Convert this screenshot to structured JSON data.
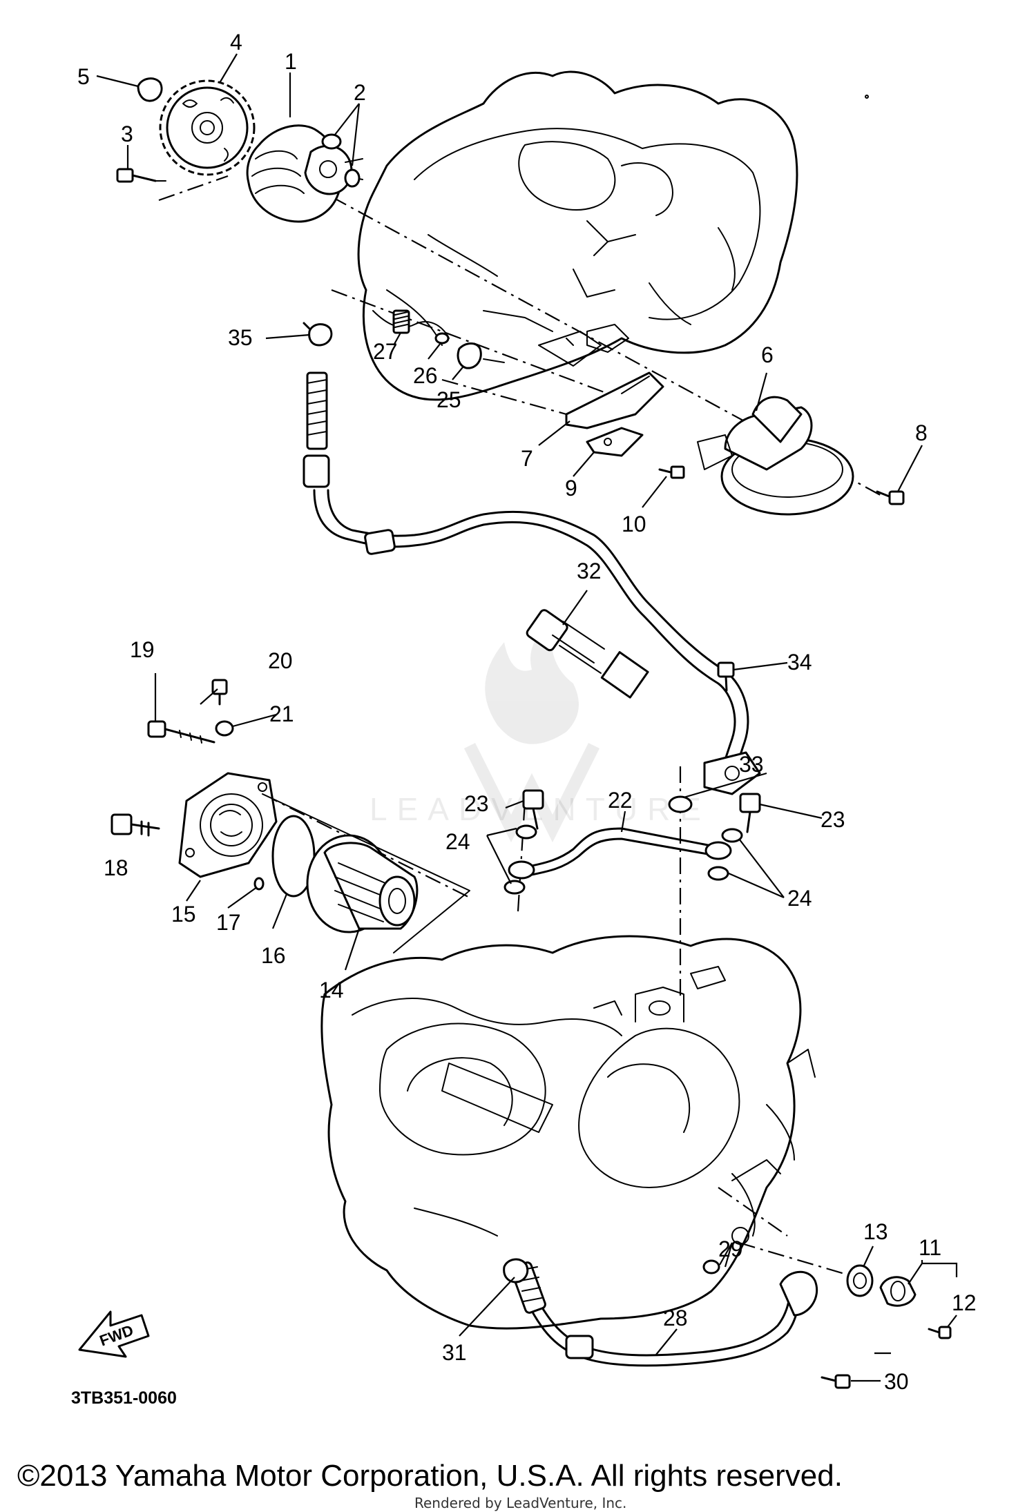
{
  "diagram_code": "3TB351-0060",
  "copyright": "©2013 Yamaha Motor Corporation, U.S.A. All rights reserved.",
  "rendered_by": "Rendered by LeadVenture, Inc.",
  "watermark": "LEADVENTURE",
  "fwd_label": "FWD",
  "callouts": {
    "c1": "1",
    "c2": "2",
    "c3": "3",
    "c4": "4",
    "c5": "5",
    "c6": "6",
    "c7": "7",
    "c8": "8",
    "c9": "9",
    "c10": "10",
    "c11": "11",
    "c12": "12",
    "c13": "13",
    "c14": "14",
    "c15": "15",
    "c16": "16",
    "c17": "17",
    "c18": "18",
    "c19": "19",
    "c20": "20",
    "c21": "21",
    "c22": "22",
    "c23a": "23",
    "c23b": "23",
    "c24a": "24",
    "c24b": "24",
    "c25": "25",
    "c26": "26",
    "c27": "27",
    "c28": "28",
    "c29": "29",
    "c30": "30",
    "c31": "31",
    "c32": "32",
    "c33": "33",
    "c34": "34",
    "c35": "35"
  }
}
